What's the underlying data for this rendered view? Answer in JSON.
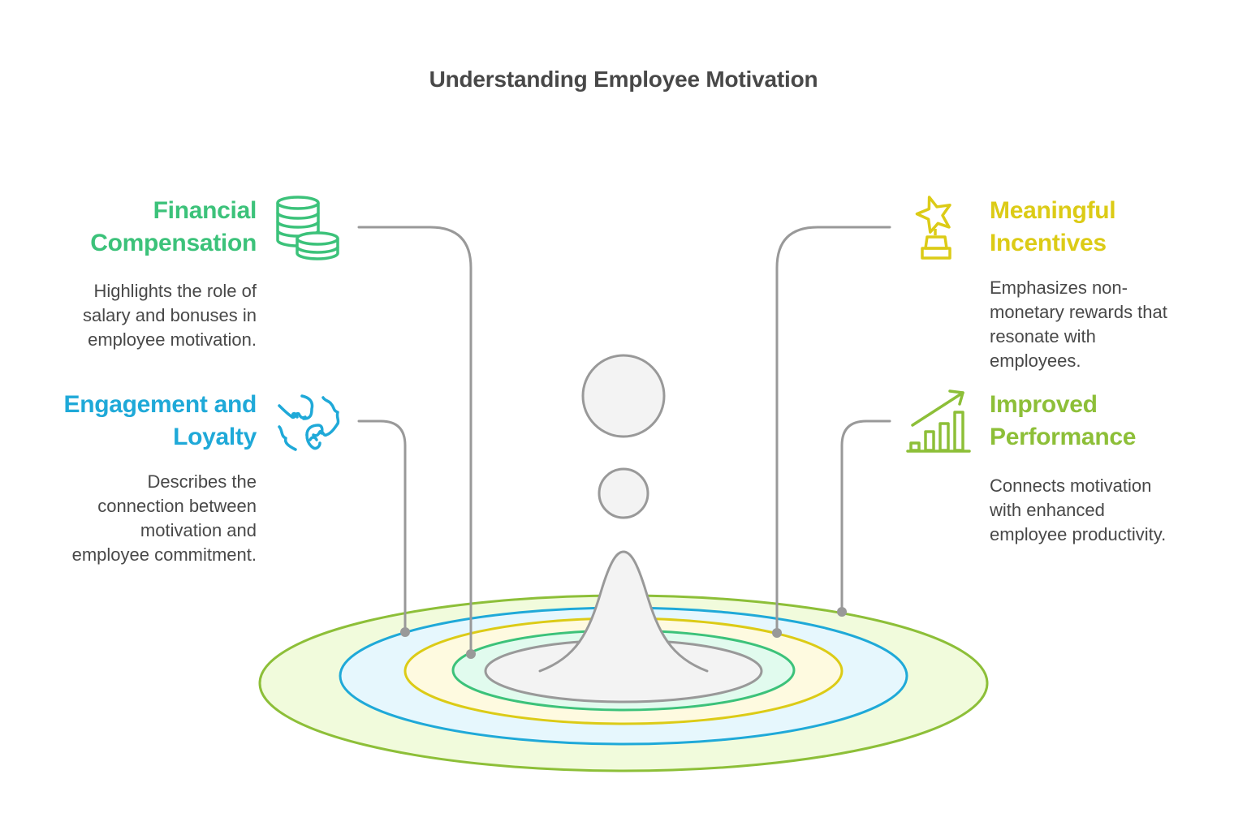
{
  "title": "Understanding Employee Motivation",
  "colors": {
    "financial": "#3cc27a",
    "engagement": "#1fa9d8",
    "meaningful": "#dccb16",
    "improved": "#8dbf38",
    "text": "#484848",
    "connector": "#999999",
    "drop_fill": "#f3f3f3"
  },
  "items": [
    {
      "id": "financial",
      "heading_line1": "Financial",
      "heading_line2": "Compensation",
      "desc_lines": [
        "Highlights the role of",
        "salary and bonuses in",
        "employee motivation."
      ],
      "icon": "coins-stack-icon",
      "side": "left"
    },
    {
      "id": "engagement",
      "heading_line1": "Engagement and",
      "heading_line2": "Loyalty",
      "desc_lines": [
        "Describes the",
        "connection between",
        "motivation and",
        "employee commitment."
      ],
      "icon": "fist-bump-icon",
      "side": "left"
    },
    {
      "id": "meaningful",
      "heading_line1": "Meaningful",
      "heading_line2": "Incentives",
      "desc_lines": [
        "Emphasizes non-",
        "monetary rewards that",
        "resonate with",
        "employees."
      ],
      "icon": "star-trophy-icon",
      "side": "right"
    },
    {
      "id": "improved",
      "heading_line1": "Improved",
      "heading_line2": "Performance",
      "desc_lines": [
        "Connects motivation",
        "with enhanced",
        "employee productivity."
      ],
      "icon": "growth-chart-icon",
      "side": "right"
    }
  ]
}
